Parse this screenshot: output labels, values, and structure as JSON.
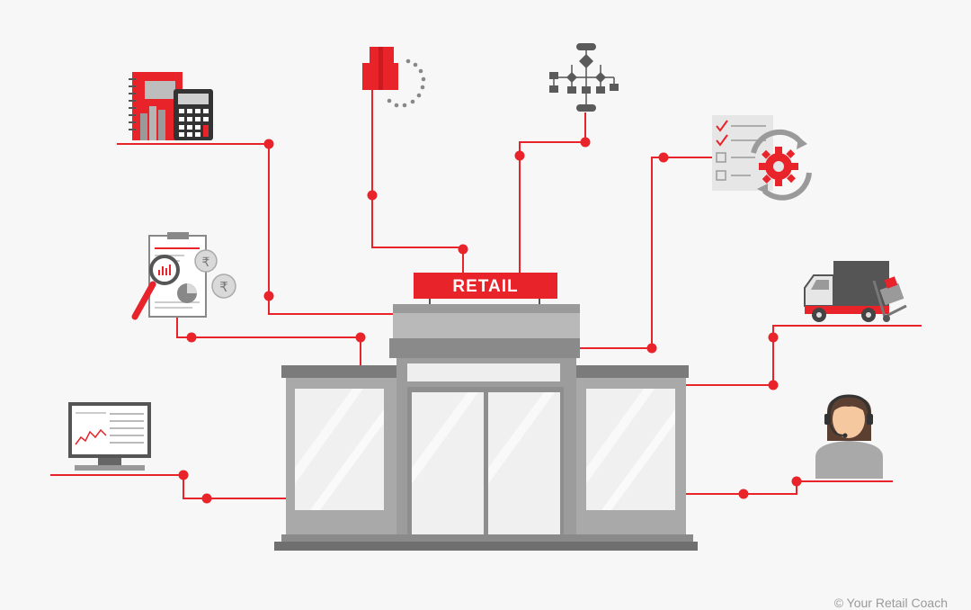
{
  "store": {
    "sign_text": "RETAIL"
  },
  "modules": [
    {
      "name": "accounting"
    },
    {
      "name": "inventory"
    },
    {
      "name": "process-flow"
    },
    {
      "name": "checklist-settings"
    },
    {
      "name": "financial-analysis"
    },
    {
      "name": "logistics"
    },
    {
      "name": "pos-computer"
    },
    {
      "name": "customer-support"
    }
  ],
  "icons": [
    "notebook-icon",
    "calculator-icon",
    "box-icon",
    "loading-icon",
    "flowchart-icon",
    "checklist-icon",
    "gear-icon",
    "clipboard-icon",
    "magnifier-icon",
    "rupee-coin-icon",
    "truck-icon",
    "hand-trolley-icon",
    "monitor-icon",
    "headset-agent-icon"
  ],
  "colors": {
    "accent": "#e8232a",
    "wall_gray": "#a6a6a6",
    "dark_gray": "#707070",
    "glass": "#f2f2f2",
    "background": "#f7f7f7"
  },
  "footer": {
    "copyright": "© Your Retail Coach"
  }
}
